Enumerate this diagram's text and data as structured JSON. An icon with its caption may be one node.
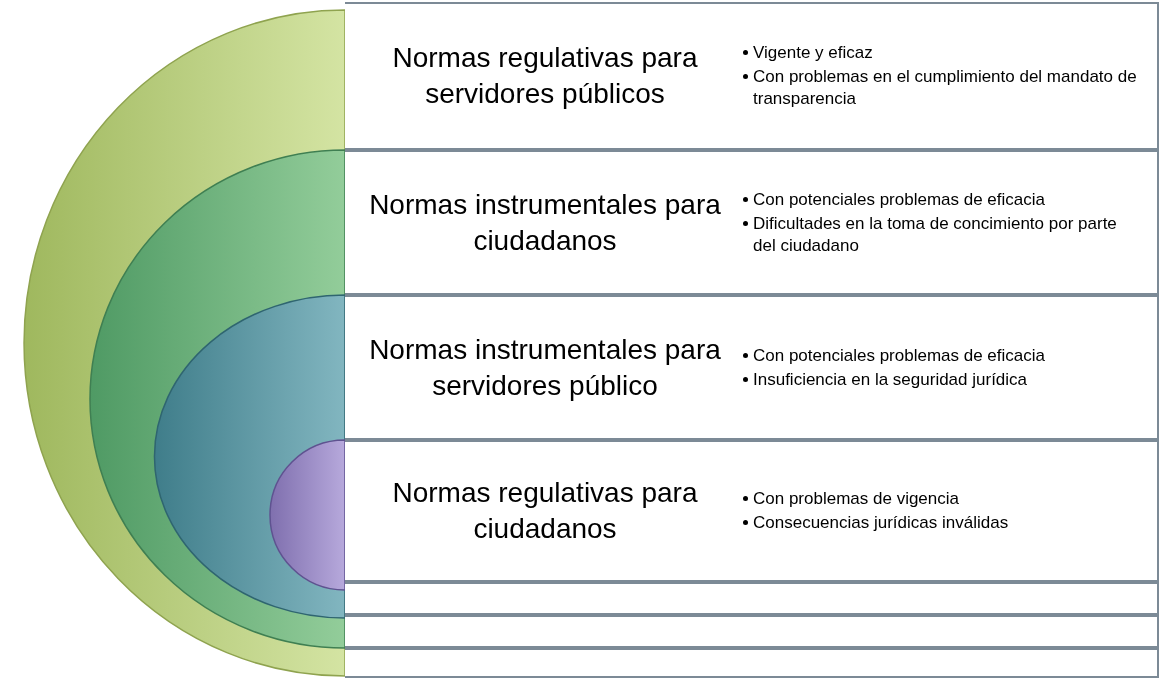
{
  "diagram": {
    "nodes": [
      {
        "text": [
          "Normas regulativas para servidores públicos",
          "Vigente y eficaz",
          "Con problemas en el cumplimiento del mandato de transparencia"
        ]
      },
      {
        "text": [
          "Normas instrumentales para ciudadanos",
          "Con potenciales problemas de eficacia",
          "Dificultades en la toma de concimiento por parte del ciudadano"
        ]
      },
      {
        "text": [
          "Normas instrumentales para servidores público",
          "Con potenciales problemas de eficacia",
          "Insuficiencia en la seguridad jurídica"
        ]
      },
      {
        "text": [
          "Normas regulativas para ciudadanos",
          "Con problemas de vigencia",
          "Consecuencias jurídicas inválidas"
        ]
      },
      {
        "text": [],
        "shape": "box"
      },
      {
        "text": [],
        "shape": "box"
      },
      {
        "text": [],
        "shape": "box"
      }
    ],
    "edges": []
  }
}
